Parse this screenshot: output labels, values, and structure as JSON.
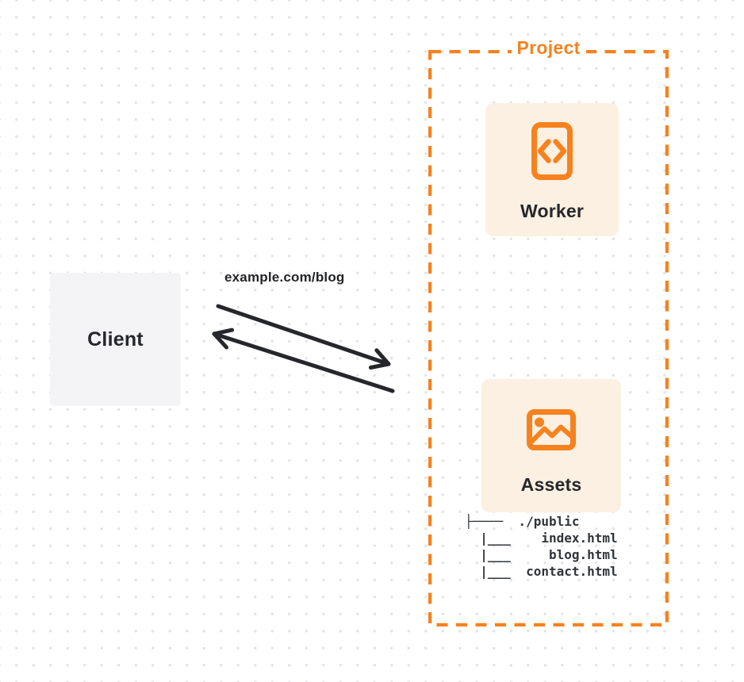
{
  "palette": {
    "accent_orange": "#f6821f",
    "card_background": "#fbf0e1",
    "client_background": "#f4f4f6",
    "ink": "#26272b",
    "dot_grid": "#e4e4e8"
  },
  "client": {
    "label": "Client"
  },
  "request": {
    "url_label": "example.com/blog"
  },
  "project": {
    "label": "Project",
    "worker": {
      "label": "Worker",
      "icon": "code-document-icon"
    },
    "assets": {
      "label": "Assets",
      "icon": "image-icon",
      "tree_text": "├────  ./public\n  |___    index.html\n  |___     blog.html\n  |___  contact.html",
      "tree_entries": [
        "./public",
        "index.html",
        "blog.html",
        "contact.html"
      ]
    }
  }
}
